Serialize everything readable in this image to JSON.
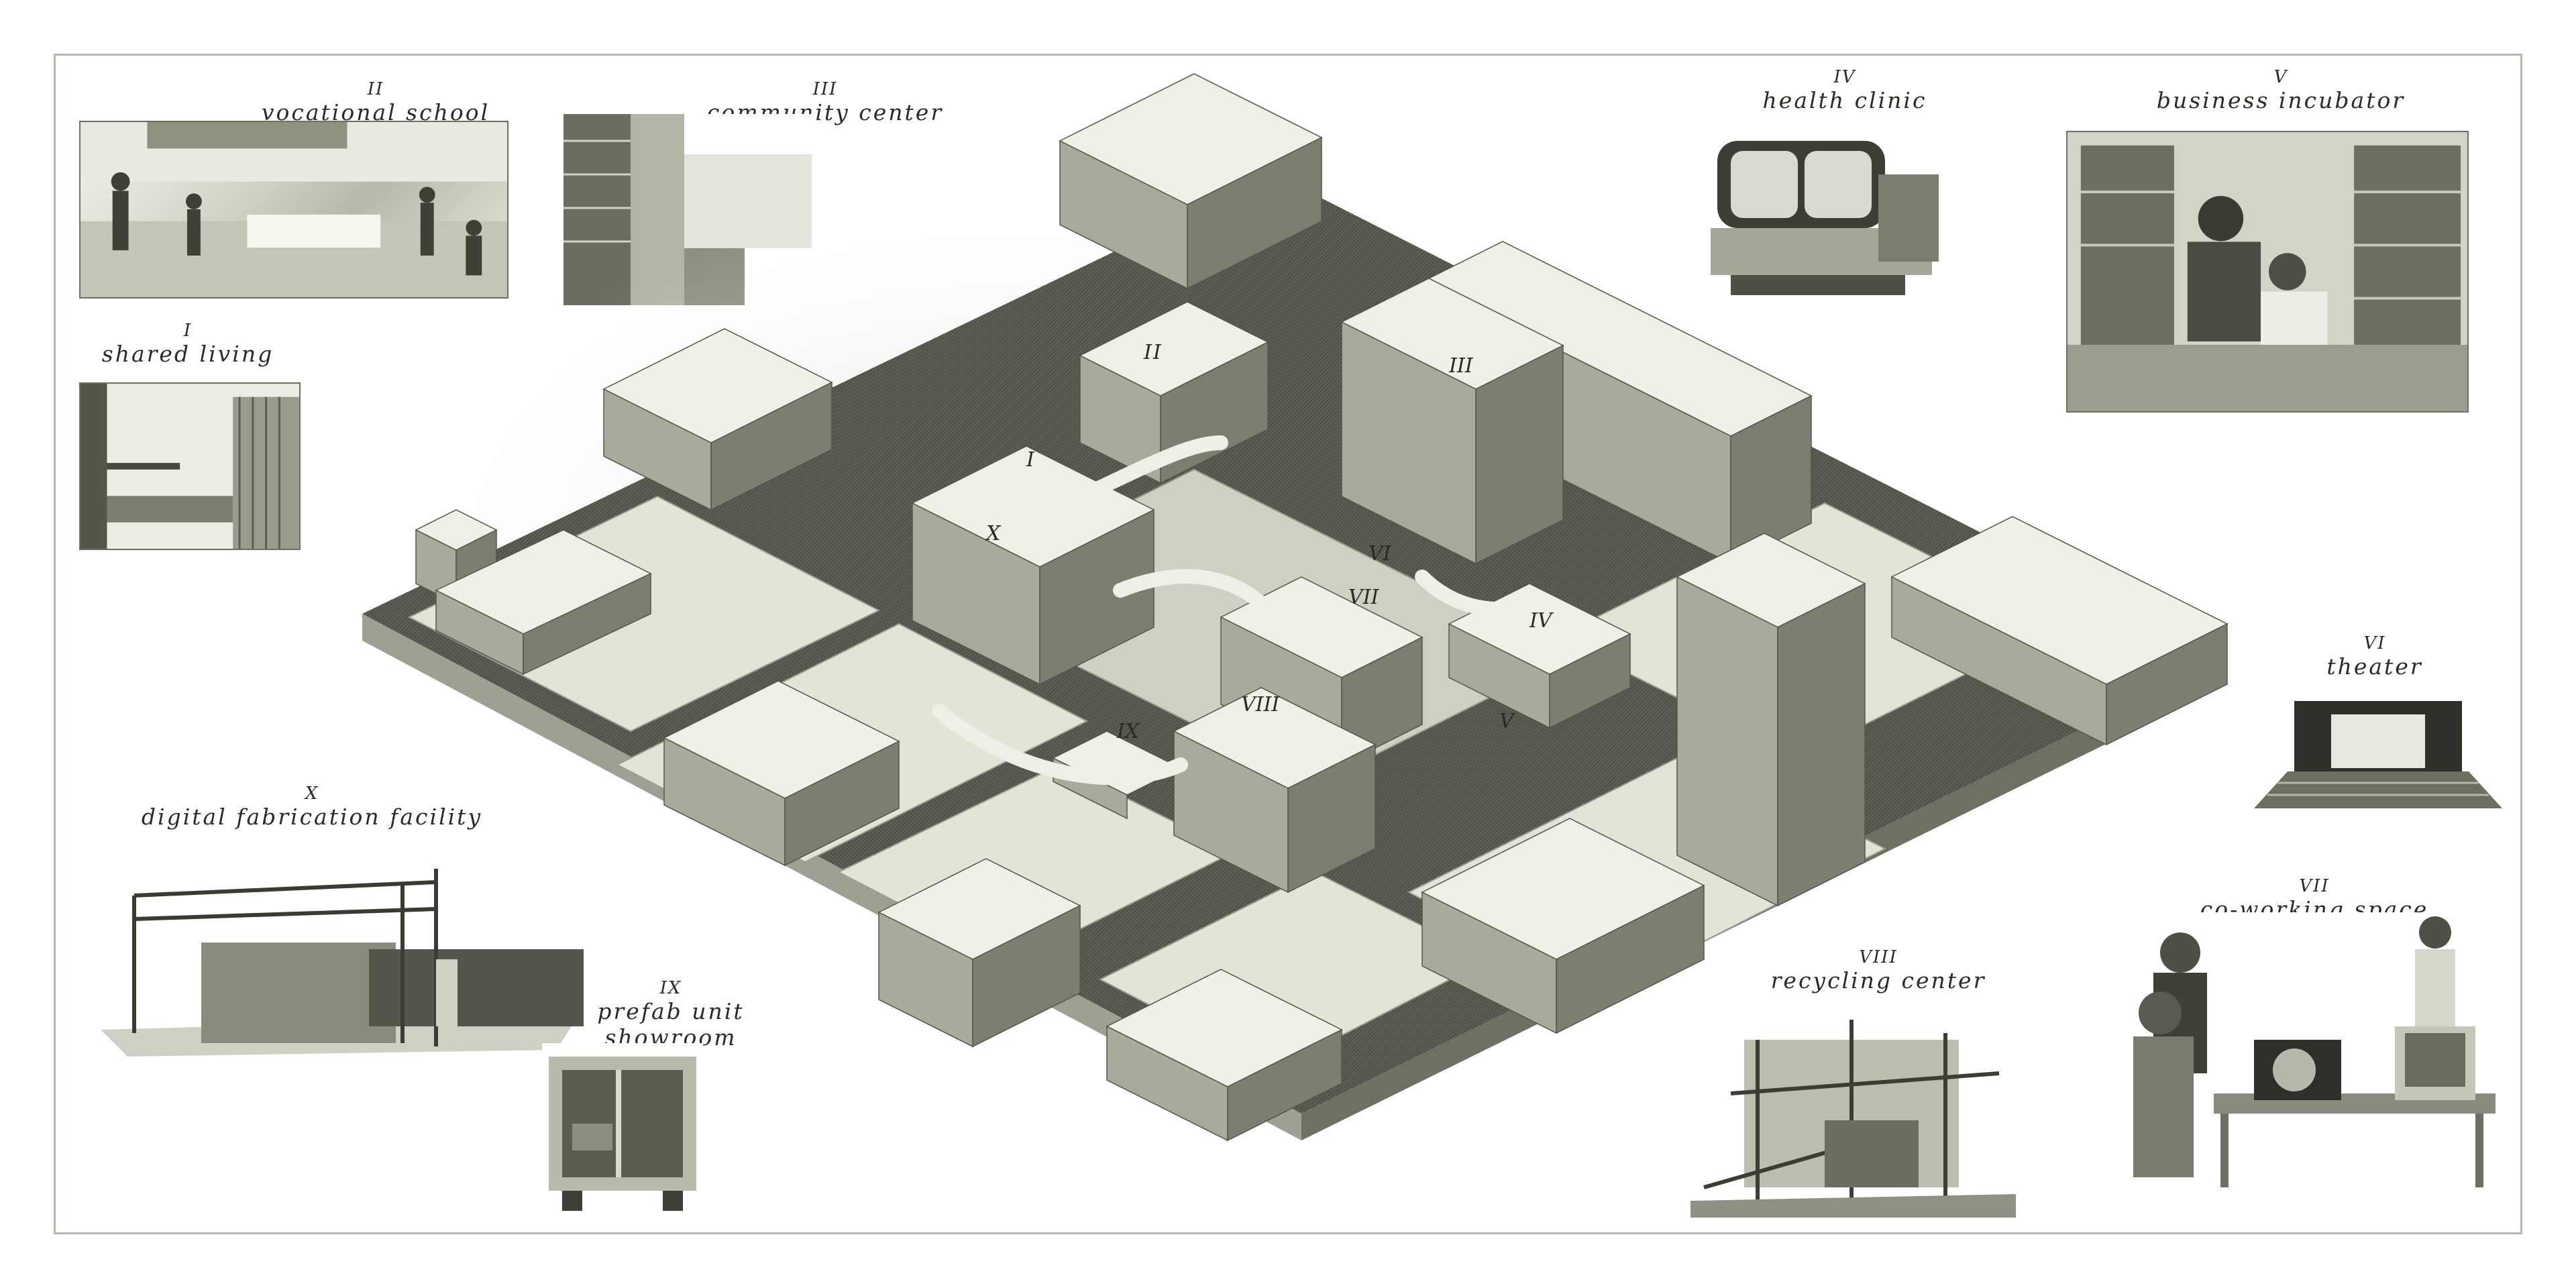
{
  "labels": {
    "shared_living": {
      "num": "I",
      "name": "shared living"
    },
    "vocational_school": {
      "num": "II",
      "name": "vocational school"
    },
    "community_center": {
      "num": "III",
      "name": "community center"
    },
    "health_clinic": {
      "num": "IV",
      "name": "health clinic"
    },
    "business_incubator": {
      "num": "V",
      "name": "business incubator"
    },
    "theater": {
      "num": "VI",
      "name": "theater"
    },
    "co_working": {
      "num": "VII",
      "name": "co-working space"
    },
    "recycling": {
      "num": "VIII",
      "name": "recycling center"
    },
    "prefab": {
      "num": "IX",
      "name": "prefab unit showroom"
    },
    "digital_fab": {
      "num": "X",
      "name": "digital fabrication facility"
    }
  },
  "building_labels": [
    "II",
    "III",
    "I",
    "X",
    "VI",
    "VII",
    "IV",
    "VIII",
    "IX",
    "V"
  ],
  "colors": {
    "ink": "#2a2a22",
    "road": "#5c5d52",
    "block_top": "#f0f0e6",
    "block_left": "#a9aa9c",
    "block_right": "#7d7e71",
    "frame": "#b9b9b2"
  }
}
